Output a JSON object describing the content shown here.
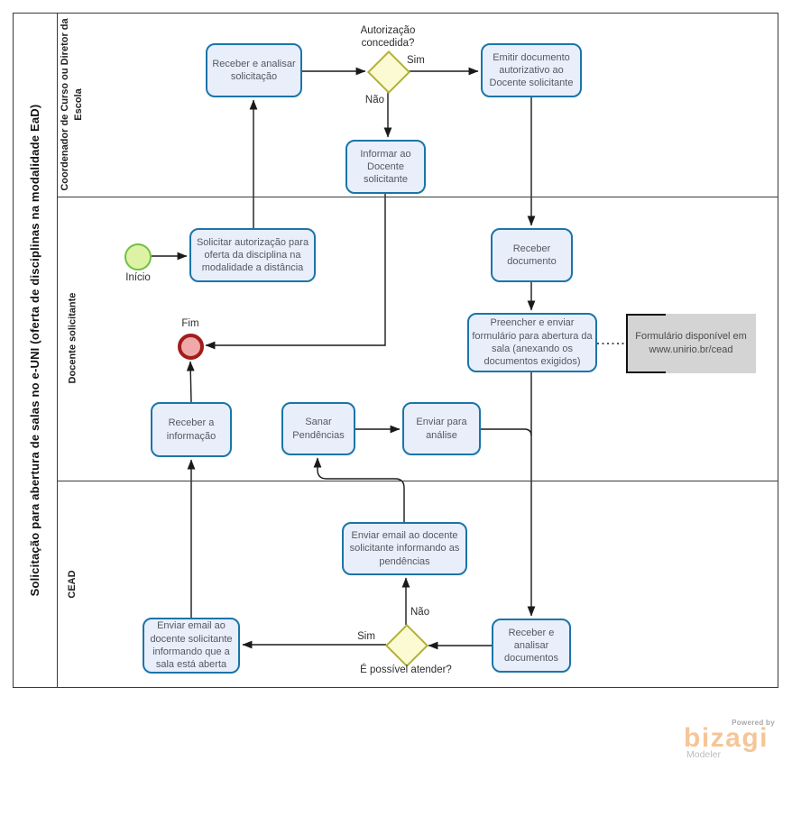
{
  "pool": {
    "title": "Solicitação para abertura de salas no e-UNI (oferta de disciplinas na modalidade EaD)",
    "lanes": [
      {
        "label": "Coordenador de Curso ou Diretor da Escola"
      },
      {
        "label": "Docente  solicitante"
      },
      {
        "label": "CEAD"
      }
    ]
  },
  "events": {
    "start_label": "Início",
    "end_label": "Fim"
  },
  "tasks": {
    "receber_analisar_solicitacao": "Receber  e analisar solicitação",
    "emitir_documento": "Emitir documento autorizativo ao Docente solicitante",
    "informar_docente": "Informar ao Docente solicitante",
    "solicitar_autorizacao": "Solicitar autorização para oferta da disciplina na modalidade a distância",
    "receber_documento": "Receber documento",
    "preencher_formulario": "Preencher e enviar formulário para abertura da sala (anexando os documentos exigidos)",
    "receber_informacao": "Receber a informação",
    "sanar_pendencias": "Sanar Pendências",
    "enviar_para_analise": "Enviar para análise",
    "enviar_email_pendencias": "Enviar email ao docente solicitante informando as pendências",
    "receber_analisar_documentos": "Receber e analisar documentos",
    "enviar_email_sala_aberta": "Enviar email ao docente solicitante informando que a sala está aberta"
  },
  "gateways": {
    "autorizacao_concedida": {
      "question": "Autorização concedida?",
      "yes_label": "Sim",
      "no_label": "Não"
    },
    "possivel_atender": {
      "question": "É possível atender?",
      "yes_label": "Sim",
      "no_label": "Não"
    }
  },
  "annotation": {
    "text": "Formulário disponível em www.unirio.br/cead"
  },
  "branding": {
    "powered_by": "Powered by",
    "brand": "bizagi",
    "product": "Modeler"
  },
  "colors": {
    "task_fill": "#e9eefb",
    "task_border": "#1b75a8",
    "gateway_fill": "#fbfad2",
    "gateway_border": "#b1b13a",
    "start_fill": "#ddf2a4",
    "start_border": "#72bf44",
    "end_fill": "#f0a9a9",
    "end_border": "#a31c1c",
    "annotation_fill": "#d4d4d4",
    "flow": "#1a1a1a",
    "brand_color": "#f6c597"
  }
}
